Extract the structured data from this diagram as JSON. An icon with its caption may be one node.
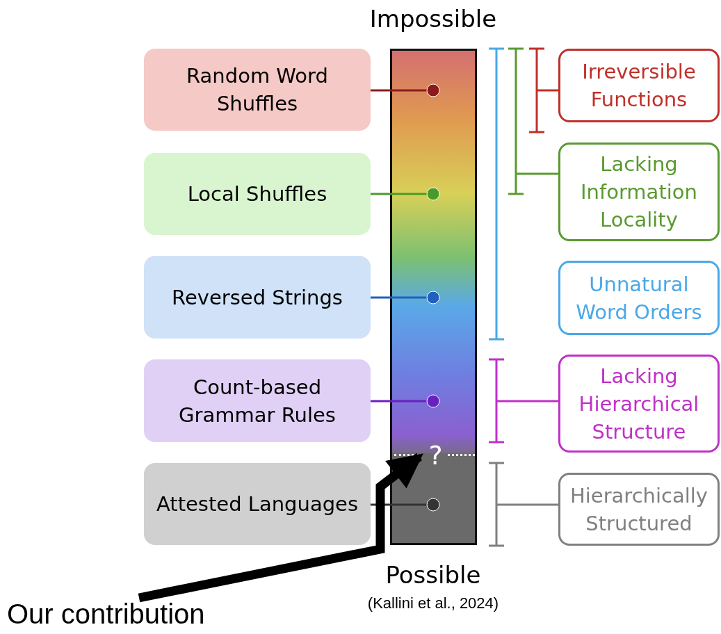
{
  "diagram": {
    "nodes": [
      {
        "text": [
          "Random Word Shuffles"
        ]
      },
      {
        "text": [
          "Local Shuffles"
        ]
      },
      {
        "text": [
          "Reversed Strings"
        ]
      },
      {
        "text": [
          "Count-based Grammar Rules"
        ]
      },
      {
        "text": [
          "Attested Languages"
        ]
      },
      {
        "text": [
          "Impossible",
          "Possible"
        ]
      },
      {
        "text": [
          "Irreversible Functions"
        ]
      },
      {
        "text": [
          "Lacking Information Locality"
        ]
      },
      {
        "text": [
          "Unnatural Word Orders"
        ]
      },
      {
        "text": [
          "Lacking Hierarchical Structure"
        ]
      },
      {
        "text": [
          "Hierarchically Structured"
        ]
      },
      {
        "text": [
          "?"
        ],
        "in": 5
      },
      {
        "text": [
          "Our contribution"
        ]
      }
    ],
    "edges": [
      {
        "from": 0,
        "to": 5,
        "arrow": "other",
        "color": "#8b1a1a"
      },
      {
        "from": 1,
        "to": 5,
        "arrow": "other",
        "color": "#4a9a2a"
      },
      {
        "from": 2,
        "to": 5,
        "arrow": "other",
        "color": "#2060c0"
      },
      {
        "from": 3,
        "to": 5,
        "arrow": "other",
        "color": "#6a20c0"
      },
      {
        "from": 4,
        "to": 5,
        "arrow": "other",
        "color": "#333333"
      },
      {
        "from": 12,
        "to": 11,
        "arrow": "to",
        "style": "thick",
        "color": "#000000"
      }
    ],
    "labels": [
      "(Kallini et al., 2024)"
    ]
  }
}
